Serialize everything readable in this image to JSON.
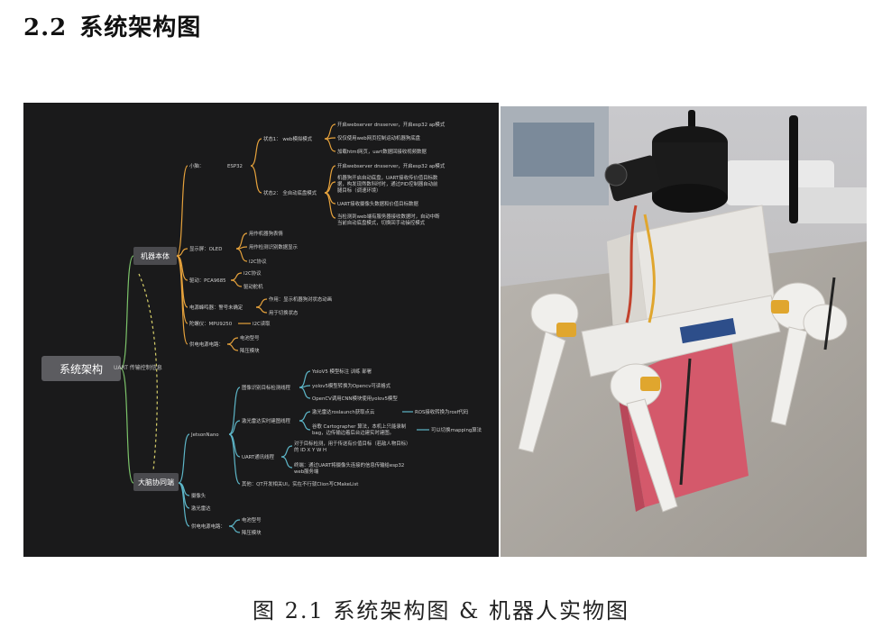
{
  "section": {
    "number": "2.2",
    "title": "系统架构图"
  },
  "mindmap": {
    "root": "系统架构",
    "branch_body": "机器本体",
    "branch_brain": "大脑协同端",
    "link_label": "UART 传输控制信息",
    "body": {
      "mcu": "小脑：",
      "esp32": "ESP32",
      "state1": "状态1： web模拟模式",
      "state1_items": [
        "开启webserver dnsserver，开启esp32 ap模式",
        "仅仅使用web网页控制运动机器狗底盘",
        "加载html网页，uart数据回接收视频数据"
      ],
      "state2": "状态2： 全自动底盘模式",
      "state2_items": [
        [
          "开启webserver dnsserver，开启esp32 ap模式"
        ],
        [
          "机器狗开启自动底盘，UART接收传价值目标数",
          "据，构发现然数科时时，通过PID控制器自动前",
          "腿目标（调速环境）"
        ],
        [
          "UART接收摄像头数据和价值目标数据"
        ],
        [
          "当检测到web端有服务器接收数据时，自动中断",
          "当前自动底盘模式，切换回手动操控模式"
        ]
      ],
      "display": "显示屏：OLED",
      "display_items": [
        "用作机器狗表情",
        "用作检测识别数据显示",
        "I2C协议"
      ],
      "driver": "驱动：PCA9685",
      "driver_items": [
        "I2C协议",
        "驱动舵机"
      ],
      "buzzer": "电源蜂鸣器：警号未确定",
      "buzzer_items": [
        "作用：显示机器狗对状态动画",
        "用于切换状态"
      ],
      "gyro": "陀螺仪：MPU9250",
      "gyro_item": "I2C读取",
      "power": "供电电源电路：",
      "power_items": [
        "电池型号",
        "降压模块"
      ]
    },
    "brain": {
      "jetson": "JetsonNano",
      "vision": "图像识别目标检测线程",
      "vision_items": [
        "YoloV5 模型标注 训练 部署",
        "yolov5模型转换为Opencv可读格式",
        "OpenCV调用CNN模块使用yolov5模型"
      ],
      "lidar": "激光雷达实时建图线程",
      "lidar_a": "激光雷达roslaunch获取点云",
      "lidar_a_right": "ROS接收转换为rosf代码",
      "lidar_b": [
        "谷歌 Cartographer 算法，本机上只能录制",
        "bag，边传输边着后台边建实时建图。"
      ],
      "lidar_b_right": "可以切换mapping算法",
      "uart": "UART通讯线程",
      "uart_a": [
        "对于目标检测，用于传送有价值目标（若敌人物目标）",
        "的 ID X Y W H"
      ],
      "uart_b": [
        "终端：通过UART将摄像头连接的信息传输给esp32",
        "web服务端"
      ],
      "misc": "其他：QT开发相关UI，实在不行就Clion写CMakeList",
      "camera": "摄像头",
      "lidar_dev": "激光雷达",
      "power": "供电电源电路：",
      "power_items": [
        "电池型号",
        "降压模块"
      ]
    }
  },
  "caption": "图 2.1 系统架构图 & 机器人实物图"
}
